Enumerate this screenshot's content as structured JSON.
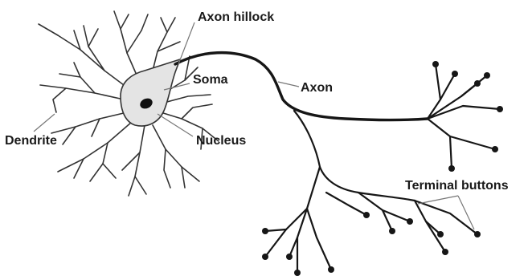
{
  "labels": {
    "axon_hillock": "Axon hillock",
    "soma": "Soma",
    "axon": "Axon",
    "dendrite": "Dendrite",
    "nucleus": "Nucleus",
    "terminal_buttons": "Terminal buttons"
  },
  "colors": {
    "line": "#161616",
    "soma_fill": "#e4e4e4",
    "nucleus": "#111111",
    "label": "#1a1a1a"
  }
}
